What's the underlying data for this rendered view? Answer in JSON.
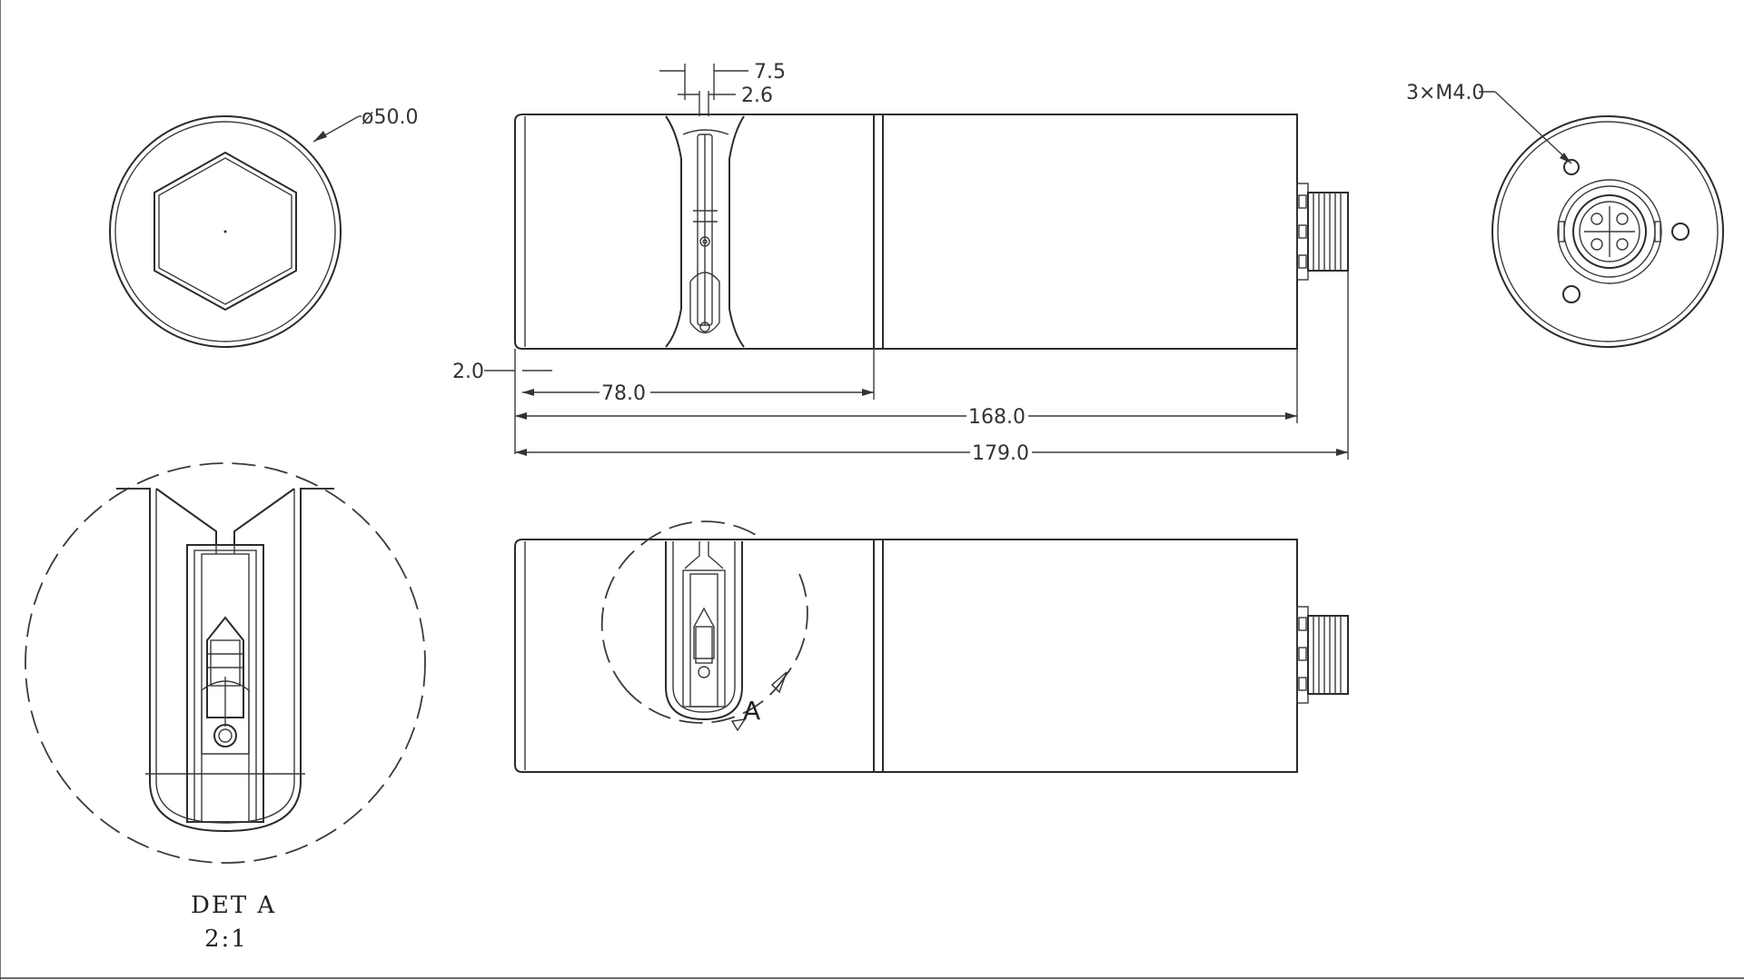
{
  "dimensions": {
    "diameter": "ø50.0",
    "groove_outer": "7.5",
    "groove_inner": "2.6",
    "chamfer": "2.0",
    "first_section": "78.0",
    "body_length": "168.0",
    "total_length": "179.0",
    "holes": "3×M4.0"
  },
  "detail": {
    "marker": "A",
    "title": "DET A",
    "scale": "2:1"
  }
}
